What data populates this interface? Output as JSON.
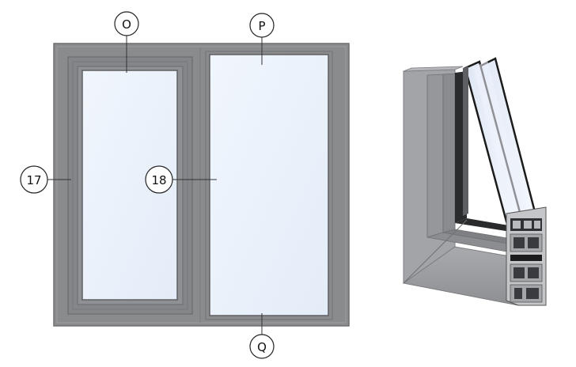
{
  "callouts": {
    "o": "O",
    "p": "P",
    "q": "Q",
    "n17": "17",
    "n18": "18"
  },
  "colors": {
    "frame": "#8a8b8c",
    "frame_dark": "#76777a",
    "frame_light": "#9c9da0",
    "glass": "#e8f0fb",
    "profile_face": "#a7a8ab",
    "profile_dark": "#5d5e61",
    "gasket": "#1a1a1a"
  }
}
